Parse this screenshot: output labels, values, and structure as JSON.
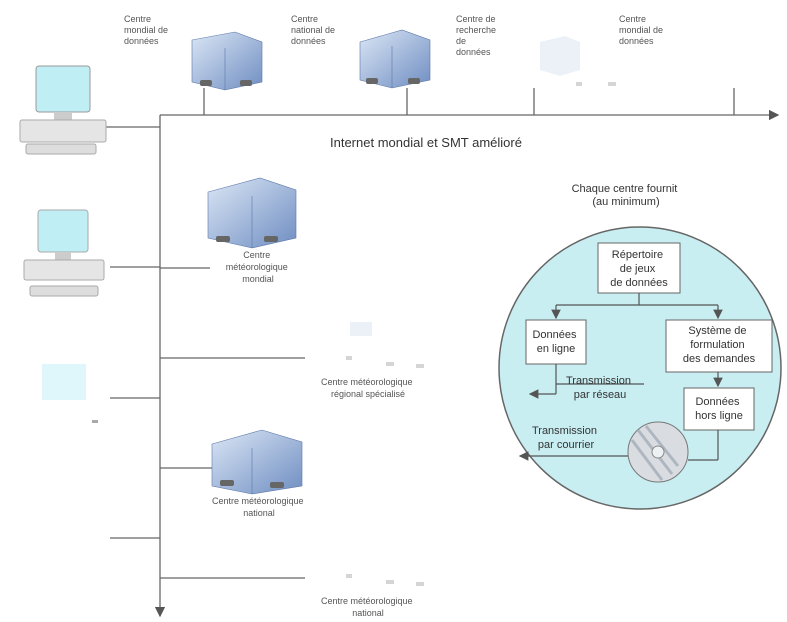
{
  "network_label": "Internet mondial et SMT amélioré",
  "top_centres": [
    {
      "label_lines": [
        "Centre",
        "mondial de",
        "données"
      ]
    },
    {
      "label_lines": [
        "Centre",
        "national de",
        "données"
      ]
    },
    {
      "label_lines": [
        "Centre de",
        "recherche",
        "de",
        "données"
      ]
    },
    {
      "label_lines": [
        "Centre",
        "mondial de",
        "données"
      ]
    }
  ],
  "left_centres": [
    {
      "label_lines": [
        "Centre",
        "météorologique",
        "mondial"
      ]
    },
    {
      "label_lines": [
        "Centre météorologique",
        "régional spécialisé"
      ]
    },
    {
      "label_lines": [
        "Centre météorologique",
        "national"
      ]
    },
    {
      "label_lines": [
        "Centre météorologique",
        "national"
      ]
    }
  ],
  "each_centre": {
    "heading_lines": [
      "Chaque centre fournit",
      "(au minimum)"
    ],
    "catalog_lines": [
      "Répertoire",
      "de jeux",
      "de données"
    ],
    "online_lines": [
      "Données",
      "en ligne"
    ],
    "request_lines": [
      "Système de",
      "formulation",
      "des demandes"
    ],
    "network_transmission_lines": [
      "Transmission",
      "par réseau"
    ],
    "offline_lines": [
      "Données",
      "hors ligne"
    ],
    "mail_transmission_lines": [
      "Transmission",
      "par courrier"
    ]
  },
  "colors": {
    "circle_fill": "#c8eef2",
    "building": "#7f9cc9",
    "screen": "#bfeff5",
    "line": "#666666"
  }
}
